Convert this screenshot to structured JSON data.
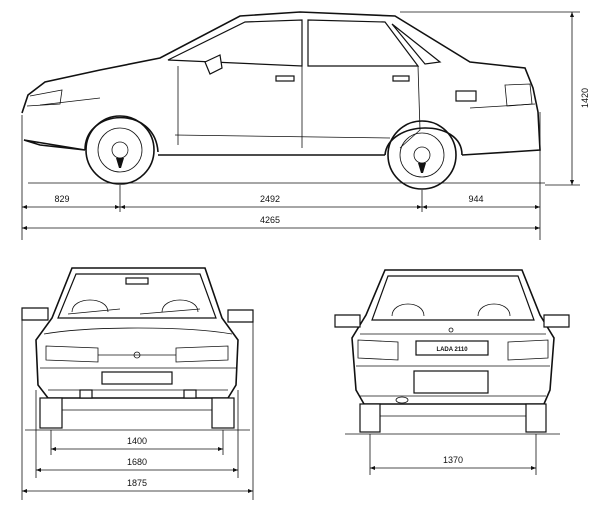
{
  "side_view": {
    "front_overhang": "829",
    "wheelbase": "2492",
    "rear_overhang": "944",
    "overall_length": "4265",
    "height": "1420"
  },
  "front_view": {
    "front_track": "1400",
    "body_width": "1680",
    "overall_width_mirrors": "1875"
  },
  "rear_view": {
    "rear_track": "1370"
  },
  "rear_badge": "LADA 2110"
}
